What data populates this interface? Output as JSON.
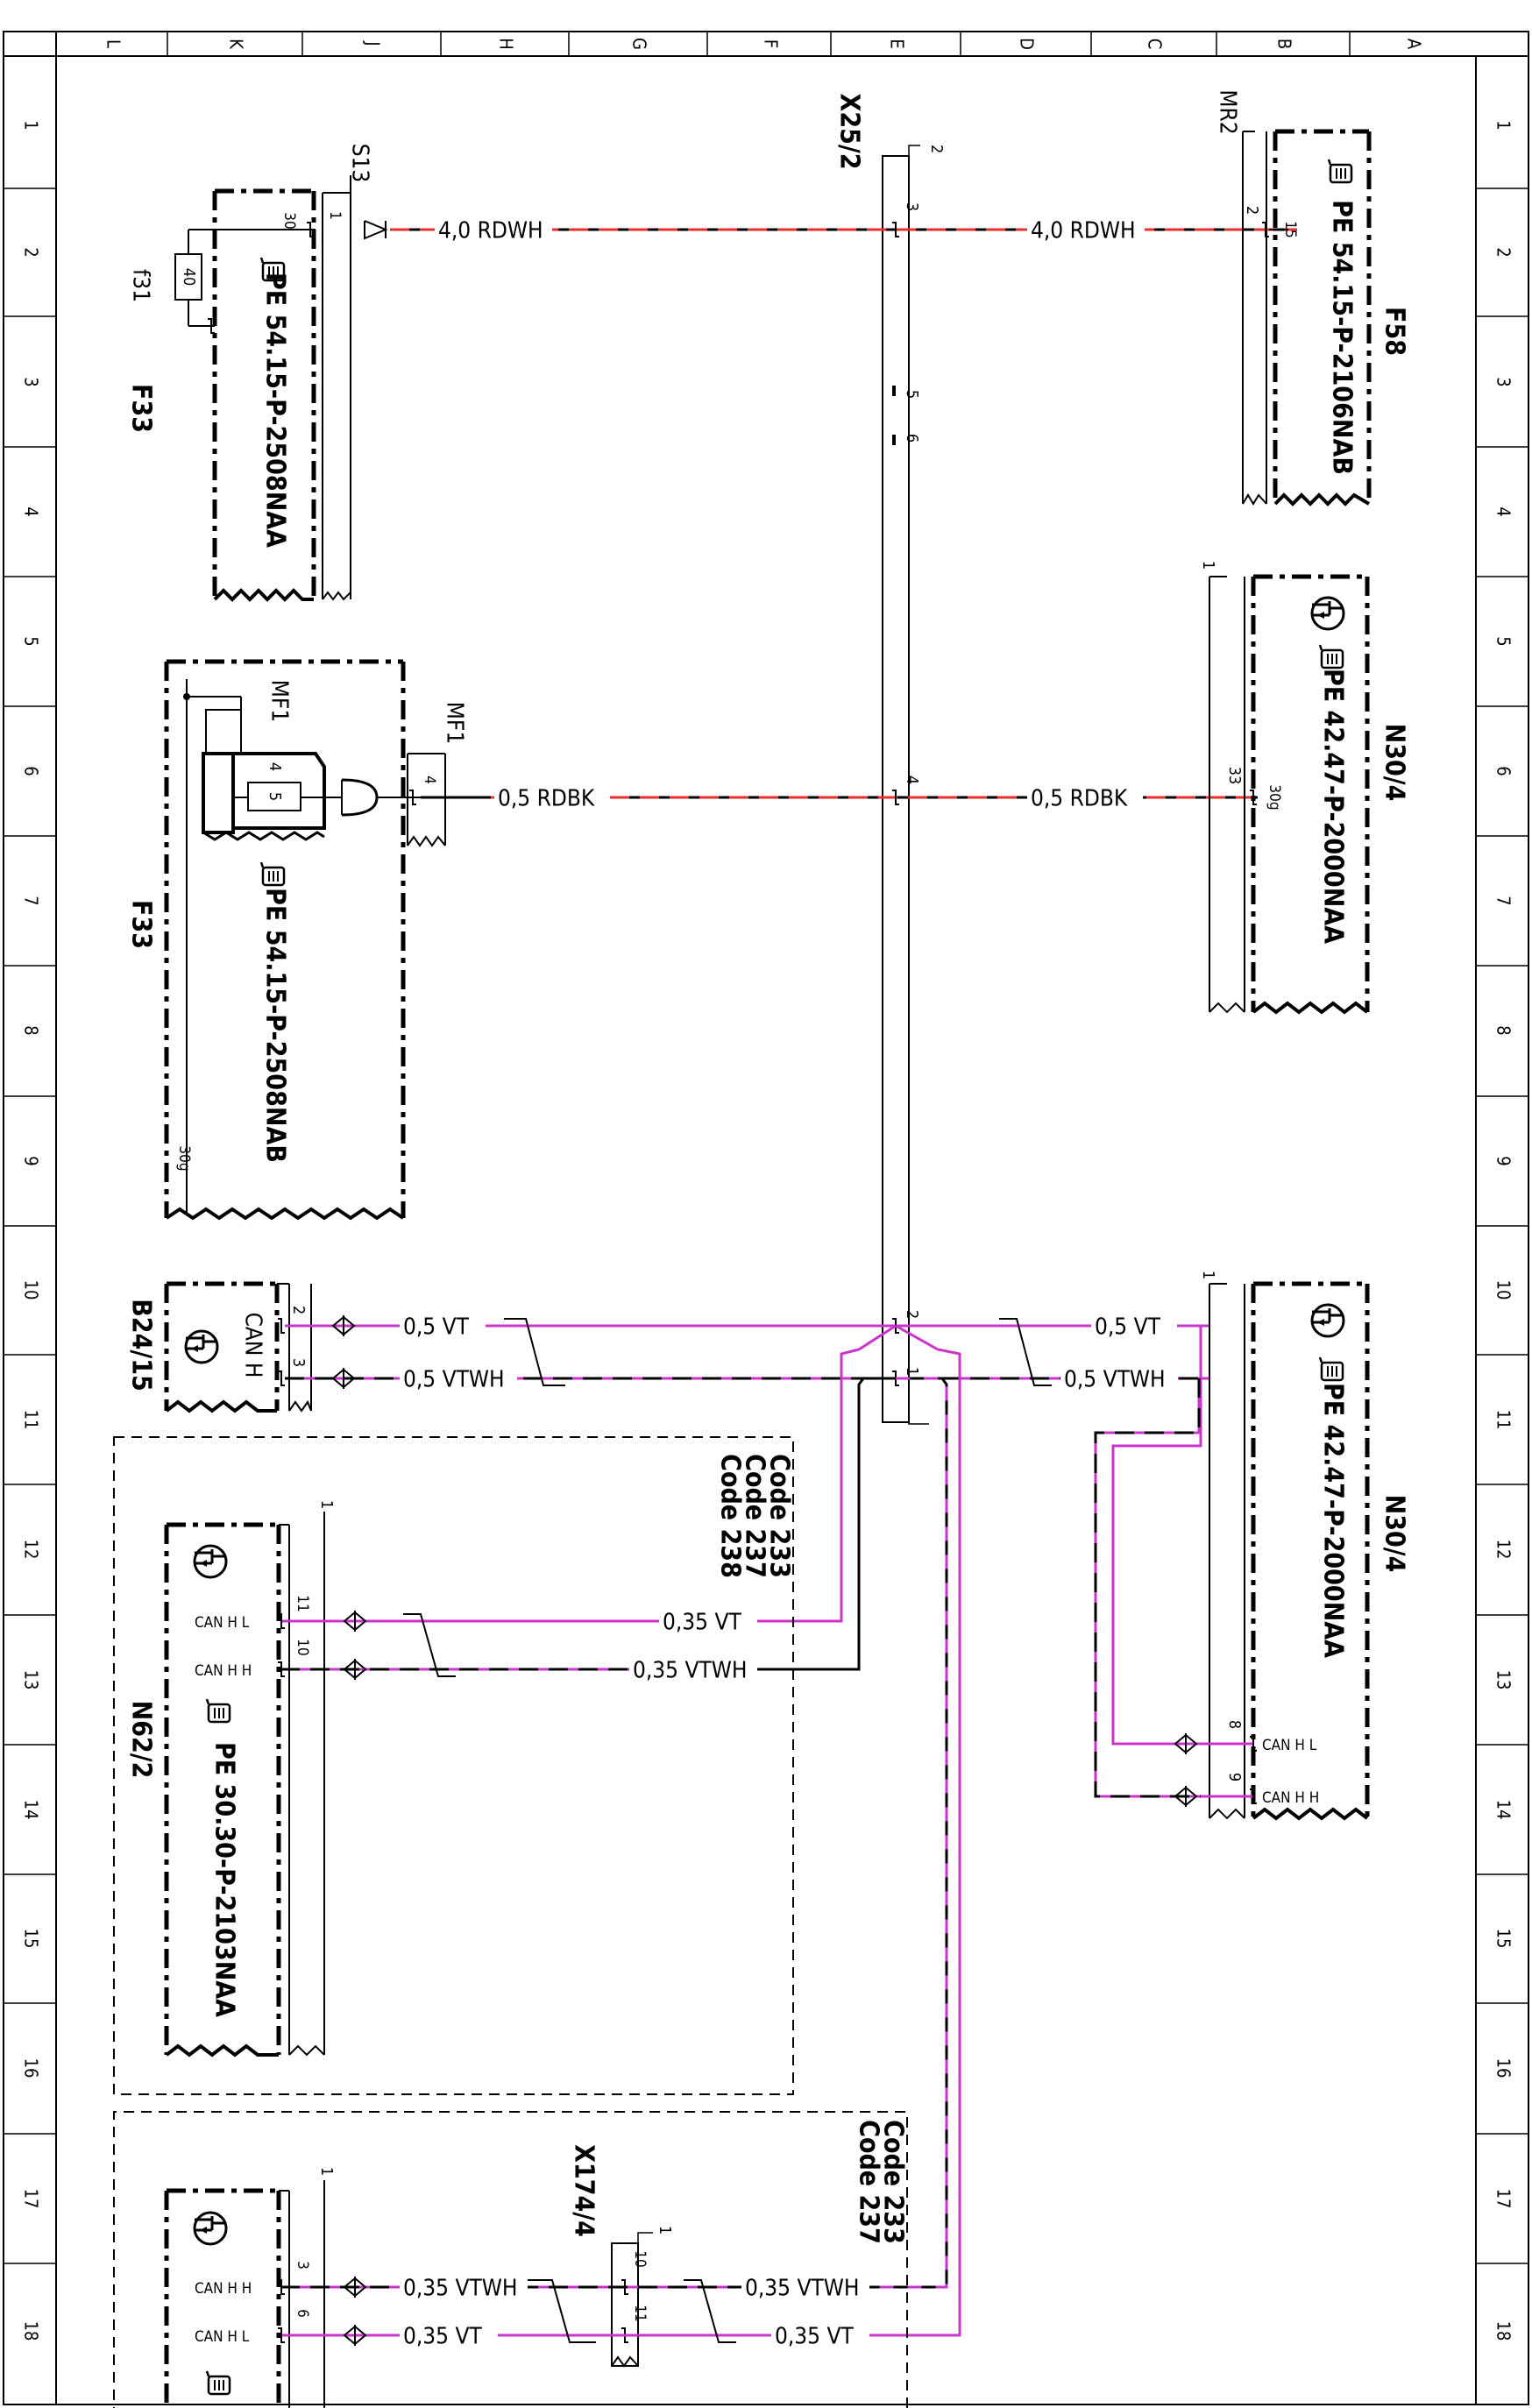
{
  "grid": {
    "columns": [
      "L",
      "K",
      "J",
      "H",
      "G",
      "F",
      "E",
      "D",
      "C",
      "B",
      "A"
    ],
    "rows": [
      "1",
      "2",
      "3",
      "4",
      "5",
      "6",
      "7",
      "8",
      "9",
      "10",
      "11",
      "12",
      "13",
      "14",
      "15",
      "16",
      "17",
      "18"
    ]
  },
  "colors": {
    "red_wire": "#e8312c",
    "can_wire": "#cc33cc",
    "black_wire": "#000000"
  },
  "components": {
    "f33_top": {
      "id": "F33",
      "fuse_name": "f31",
      "fuse_value": "40",
      "pin_30": "30",
      "pin_1": "1",
      "connector": "S13",
      "ref": "PE 54.15-P-2508NAA"
    },
    "f33_mid": {
      "id": "F33",
      "mf_label_a": "MF1",
      "mf_label_b": "MF1",
      "pin_4a": "4",
      "pin_5": "5",
      "pin_4b": "4",
      "pin_30g": "30g",
      "ref": "PE 54.15-P-2508NAB"
    },
    "x25": {
      "id": "X25/2",
      "pins": [
        "2",
        "3",
        "5",
        "6",
        "4",
        "2",
        "1"
      ]
    },
    "f58": {
      "id": "F58",
      "connector": "MR2",
      "pin_2": "2",
      "pin_15": "15",
      "ref": "PE 54.15-P-2106NAB"
    },
    "n30_top": {
      "id": "N30/4",
      "pin_1": "1",
      "pin_33": "33",
      "pin_30g": "30g",
      "ref": "PE 42.47-P-2000NAA"
    },
    "b24": {
      "id": "B24/15",
      "can_label": "CAN H",
      "pin_2": "2",
      "pin_3": "3"
    },
    "n30_bot": {
      "id": "N30/4",
      "pin_1": "1",
      "pin_8": "8",
      "pin_9": "9",
      "can_l": "CAN H L",
      "can_h": "CAN H H",
      "ref": "PE 42.47-P-2000NAA"
    },
    "n62": {
      "id": "N62/2",
      "pin_1": "1",
      "pin_11": "11",
      "pin_10": "10",
      "can_l": "CAN H L",
      "can_h": "CAN H H",
      "ref": "PE 30.30-P-2103NAA"
    },
    "code_box_1": {
      "lines": [
        "Code 233",
        "Code 237",
        "Code 238"
      ]
    },
    "code_box_2": {
      "lines": [
        "Code 233",
        "Code 237"
      ]
    },
    "x174": {
      "id": "X174/4",
      "pin_1": "1",
      "pin_10": "10",
      "pin_11": "11"
    },
    "bottom_module": {
      "pin_1": "1",
      "pin_3": "3",
      "pin_6": "6",
      "can_h": "CAN H H",
      "can_l": "CAN H L"
    }
  },
  "wires": {
    "w1_left": "4,0 RDWH",
    "w1_right": "4,0 RDWH",
    "w2_left": "0,5 RDBK",
    "w2_right": "0,5 RDBK",
    "w3_left": "0,5 VT",
    "w3_right": "0,5 VT",
    "w4_left": "0,5 VTWH",
    "w4_right": "0,5 VTWH",
    "w5": "0,35 VT",
    "w6": "0,35 VTWH",
    "w7_left": "0,35 VTWH",
    "w7_right": "0,35 VTWH",
    "w8_left": "0,35 VT",
    "w8_right": "0,35 VT"
  }
}
